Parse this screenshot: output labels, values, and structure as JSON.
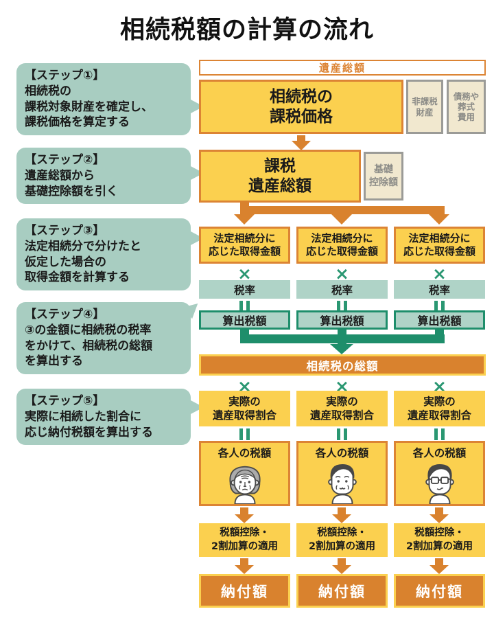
{
  "title": "相続税額の計算の流れ",
  "steps": [
    {
      "heading": "【ステップ①】",
      "body": "相続税の\n課税対象財産を確定し、\n課税価格を算定する"
    },
    {
      "heading": "【ステップ②】",
      "body": "遺産総額から\n基礎控除額を引く"
    },
    {
      "heading": "【ステップ③】",
      "body": "法定相続分で分けたと\n仮定した場合の\n取得金額を計算する"
    },
    {
      "heading": "【ステップ④】",
      "body": "③の金額に相続税の税率\nをかけて、相続税の総額\nを算出する"
    },
    {
      "heading": "【ステップ⑤】",
      "body": "実際に相続した割合に\n応じ納付税額を算出する"
    }
  ],
  "flow": {
    "estate_total": "遺産総額",
    "taxable_price": "相続税の\n課税価格",
    "nontaxable_assets": "非課税\n財産",
    "debt_funeral": "債務や\n葬式\n費用",
    "taxable_estate": "課税\n遺産総額",
    "basic_deduction": "基礎\n控除額",
    "statutory_amount": "法定相続分に\n応じた取得金額",
    "multiply_symbol": "×",
    "tax_rate": "税率",
    "calculated_tax": "算出税額",
    "total_inheritance_tax": "相続税の総額",
    "actual_ratio": "実際の\n遺産取得割合",
    "individual_tax": "各人の税額",
    "credit_surcharge": "税額控除・\n2割加算の適用",
    "payment_amount": "納付額"
  },
  "persons": [
    "elderly-woman-icon",
    "young-man-icon",
    "man-with-glasses-icon"
  ],
  "colors": {
    "accent_orange": "#dc8434",
    "deep_orange": "#d9822e",
    "yellow": "#fbd04f",
    "teal_bubble": "#a8cdc1",
    "teal_light": "#afd3c7",
    "green": "#2a9772",
    "deep_green": "#1e8e6b",
    "beige": "#f1e8cf",
    "gray": "#9b9b97"
  }
}
